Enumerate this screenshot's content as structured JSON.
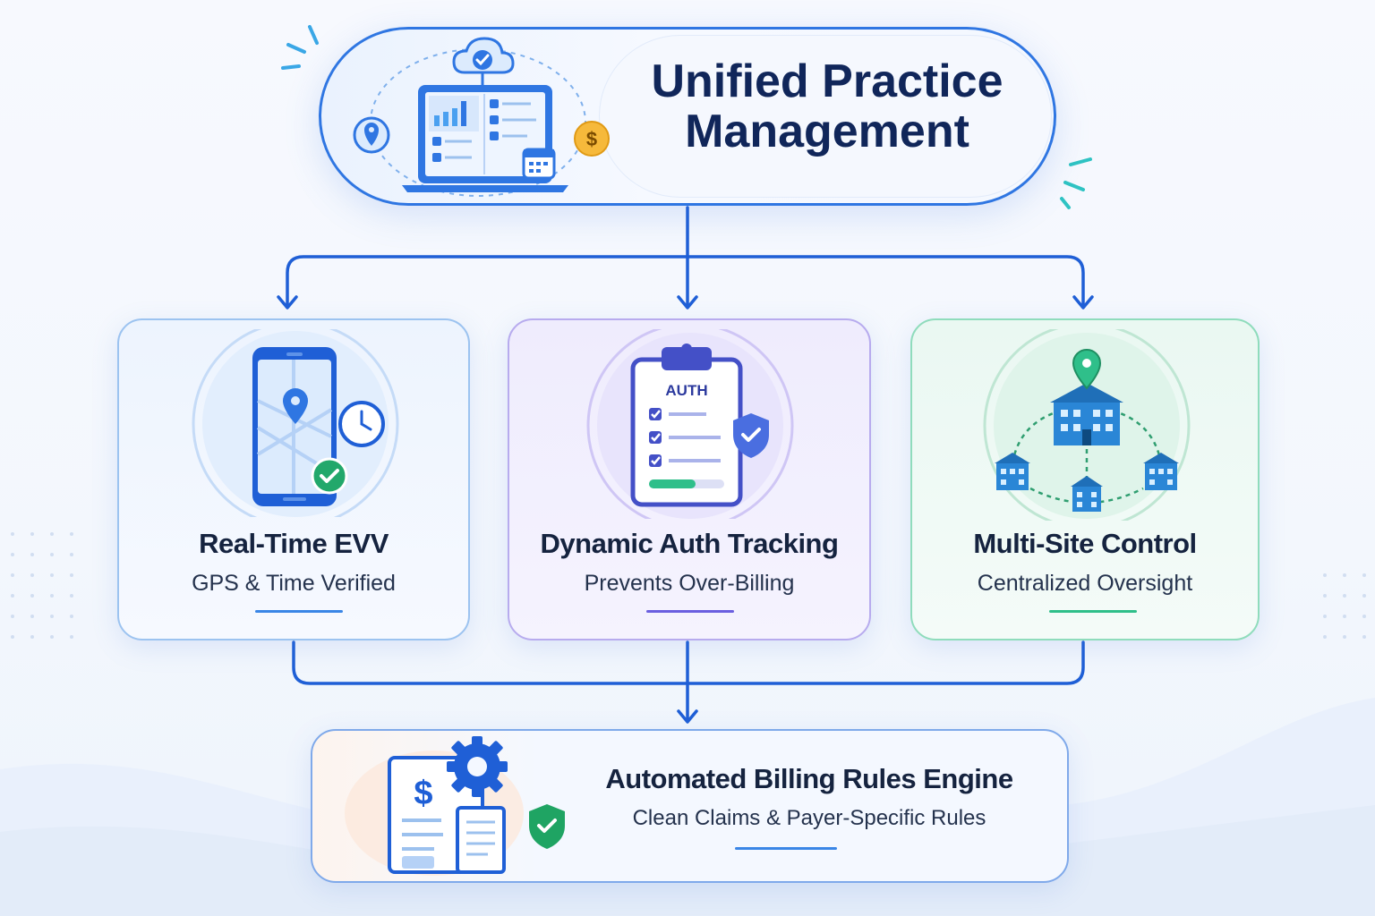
{
  "hub": {
    "title_line1": "Unified Practice",
    "title_line2": "Management"
  },
  "features": [
    {
      "title": "Real-Time EVV",
      "subtitle": "GPS & Time Verified",
      "accent": "#3a86e6"
    },
    {
      "title": "Dynamic Auth Tracking",
      "subtitle": "Prevents Over-Billing",
      "accent": "#6b5fe0",
      "badge_text": "AUTH"
    },
    {
      "title": "Multi-Site Control",
      "subtitle": "Centralized Oversight",
      "accent": "#2fbf8a"
    }
  ],
  "engine": {
    "title": "Automated Billing Rules Engine",
    "subtitle": "Clean Claims & Payer-Specific Rules",
    "accent": "#3a86e6"
  },
  "icons": {
    "hub": [
      "laptop-dashboard-icon",
      "cloud-check-icon",
      "location-pin-icon",
      "dollar-coin-icon",
      "calendar-icon"
    ],
    "evv": [
      "smartphone-map-icon",
      "clock-icon",
      "check-badge-icon"
    ],
    "auth": [
      "clipboard-checklist-icon",
      "shield-check-icon"
    ],
    "site": [
      "main-building-icon",
      "branch-building-icon",
      "location-pin-icon"
    ],
    "engine": [
      "invoice-dollar-icon",
      "gear-icon",
      "shield-check-icon"
    ]
  },
  "colors": {
    "primary_blue": "#2f76e2",
    "connector": "#1f5fd6",
    "auth_purple": "#6b5fe0",
    "site_green": "#2fbf8a",
    "coin_gold": "#f6b93b",
    "title_navy": "#10265a"
  }
}
